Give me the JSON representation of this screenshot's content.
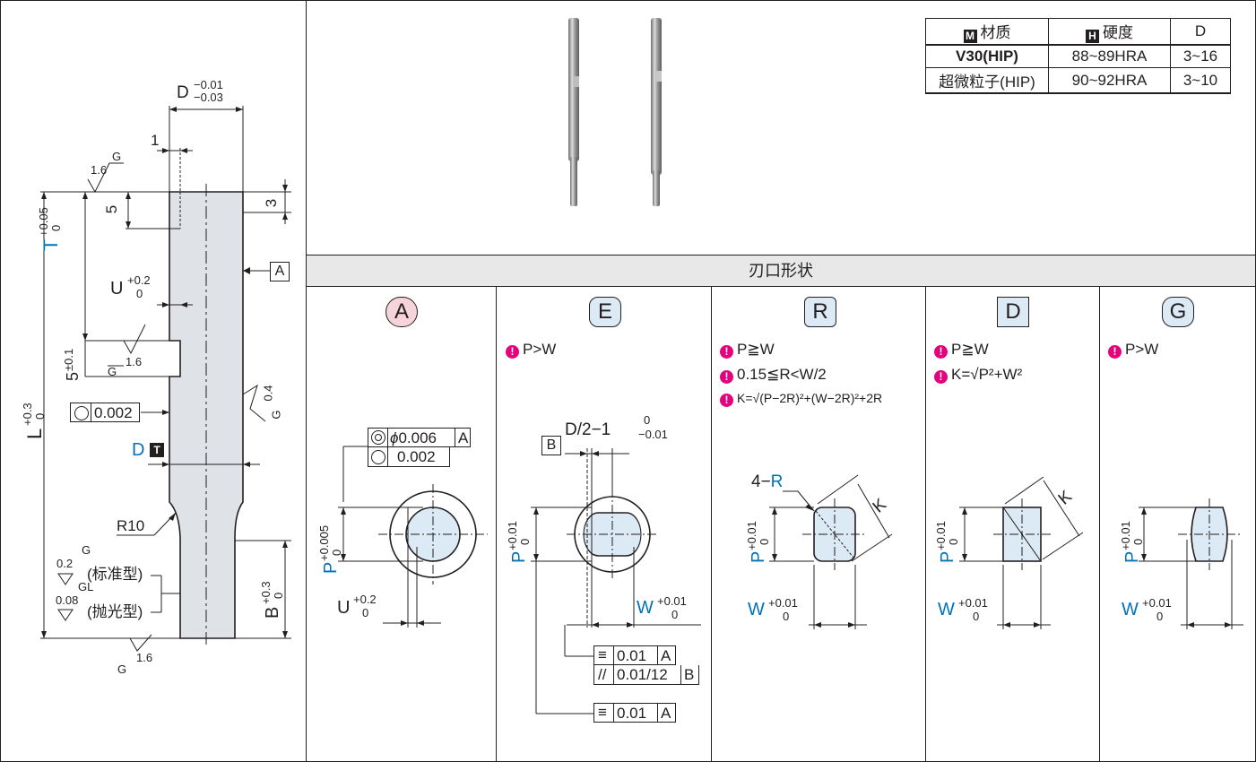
{
  "table": {
    "headers": [
      "材质",
      "硬度",
      "D"
    ],
    "header_icons": [
      "M",
      "H"
    ],
    "rows": [
      {
        "material": "V30(HIP)",
        "hardness": "88~89HRA",
        "d": "3~16"
      },
      {
        "material": "超微粒子(HIP)",
        "hardness": "90~92HRA",
        "d": "3~10"
      }
    ]
  },
  "section_title": "刃口形状",
  "shapes": [
    {
      "tag": "A",
      "notes": [
        "P>W"
      ]
    },
    {
      "tag": "E",
      "notes": [
        "P>W"
      ]
    },
    {
      "tag": "R",
      "notes": [
        "P≧W",
        "0.15≦R<W/2",
        "K=√(P−2R)²+(W−2R)²+2R"
      ]
    },
    {
      "tag": "D",
      "notes": [
        "P≧W",
        "K=√P²+W²"
      ]
    },
    {
      "tag": "G",
      "notes": [
        "P>W"
      ]
    }
  ],
  "left_drawing": {
    "d_tol": "D",
    "d_tol_upper": "−0.01",
    "d_tol_lower": "−0.03",
    "dim_1": "1",
    "dim_5": "5",
    "dim_3": "3",
    "rough_16": "1.6",
    "rough_g": "G",
    "rough_04": "0.4",
    "t_label": "T",
    "t_upper": "+0.05",
    "t_lower": "0",
    "u_label": "U",
    "u_upper": "+0.2",
    "u_lower": "0",
    "five_tol": "5",
    "five_pm": "±0.1",
    "l_label": "L",
    "l_upper": "+0.3",
    "l_lower": "0",
    "circ_val": "0.002",
    "d_mark": "D",
    "t_mark": "T",
    "datum_a": "A",
    "r10": "R10",
    "b_label": "B",
    "b_upper": "+0.3",
    "b_lower": "0",
    "std_type": "(标准型)",
    "pol_type": "(抛光型)",
    "r02": "0.2",
    "r008": "0.08",
    "gl": "GL"
  },
  "shape_dims": {
    "p": "P",
    "p_upper_a": "+0.005",
    "p_upper": "+0.01",
    "p_lower": "0",
    "w": "W",
    "w_upper": "+0.01",
    "w_lower": "0",
    "u": "U",
    "u_upper": "+0.2",
    "u_lower": "0",
    "a_tol1": "0.006",
    "a_tol1_phi": "ϕ",
    "a_datum": "A",
    "a_tol2": "0.002",
    "e_d_expr": "D/2−1",
    "e_d_upper": "0",
    "e_d_lower": "−0.01",
    "e_datum_b": "B",
    "e_tol1": "0.01",
    "e_tol1_ref": "A",
    "e_tol2": "0.01/12",
    "e_tol2_ref": "B",
    "e_tol3": "0.01",
    "e_tol3_ref": "A",
    "r_4r": "4−",
    "r_r": "R",
    "k": "K"
  }
}
